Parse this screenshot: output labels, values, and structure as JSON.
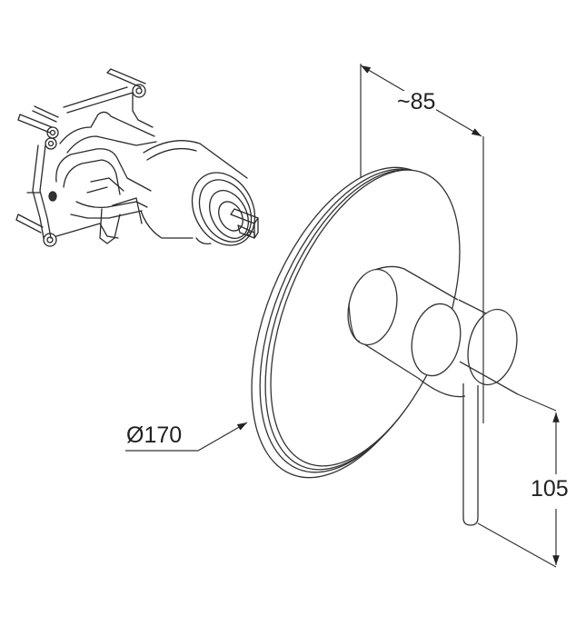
{
  "diagram": {
    "type": "technical-drawing",
    "subject": "concealed single-lever shower mixer with rough-in valve body",
    "line_color": "#333333",
    "background": "#ffffff",
    "components": [
      {
        "name": "rough-in valve body",
        "view": "isometric",
        "position": "top-left"
      },
      {
        "name": "round escutcheon plate with lever handle",
        "view": "isometric",
        "position": "center-right"
      }
    ],
    "dimensions": {
      "depth": {
        "label": "~85",
        "meaning": "projection of handle from wall"
      },
      "diameter": {
        "label": "Ø170",
        "meaning": "escutcheon plate diameter"
      },
      "height": {
        "label": "105",
        "meaning": "lever length below hub"
      }
    }
  }
}
